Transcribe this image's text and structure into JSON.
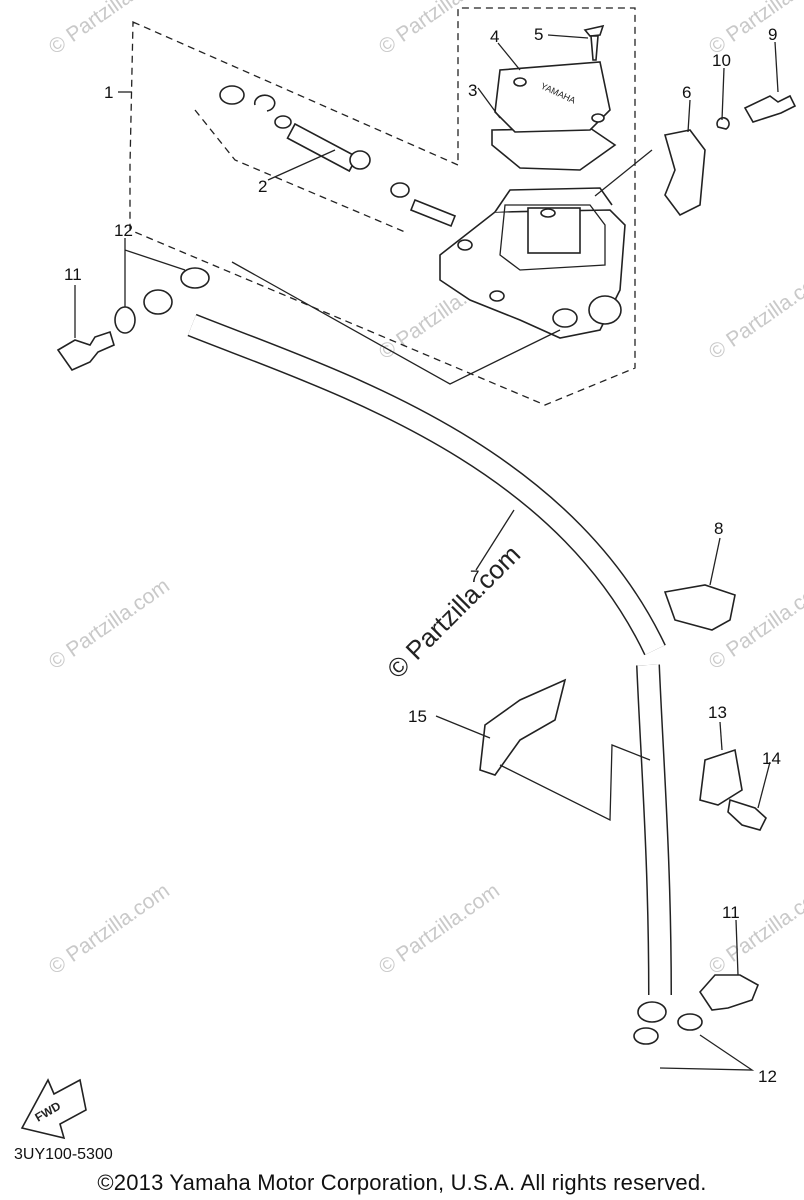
{
  "diagram": {
    "callouts": [
      {
        "id": "c1",
        "text": "1"
      },
      {
        "id": "c2",
        "text": "2"
      },
      {
        "id": "c3",
        "text": "3"
      },
      {
        "id": "c4",
        "text": "4"
      },
      {
        "id": "c5",
        "text": "5"
      },
      {
        "id": "c6",
        "text": "6"
      },
      {
        "id": "c7",
        "text": "7"
      },
      {
        "id": "c8",
        "text": "8"
      },
      {
        "id": "c9",
        "text": "9"
      },
      {
        "id": "c10",
        "text": "10"
      },
      {
        "id": "c11a",
        "text": "11"
      },
      {
        "id": "c11b",
        "text": "11"
      },
      {
        "id": "c12a",
        "text": "12"
      },
      {
        "id": "c12b",
        "text": "12"
      },
      {
        "id": "c13",
        "text": "13"
      },
      {
        "id": "c14",
        "text": "14"
      },
      {
        "id": "c15",
        "text": "15"
      }
    ],
    "reservoir_cap_text": "YAMAHA",
    "fwd_label": "FWD",
    "watermark_main": "© Partzilla.com",
    "watermark_tile": "© Partzilla.com",
    "diagram_code": "3UY100-5300",
    "copyright": "©2013  Yamaha Motor Corporation, U.S.A. All rights reserved."
  }
}
